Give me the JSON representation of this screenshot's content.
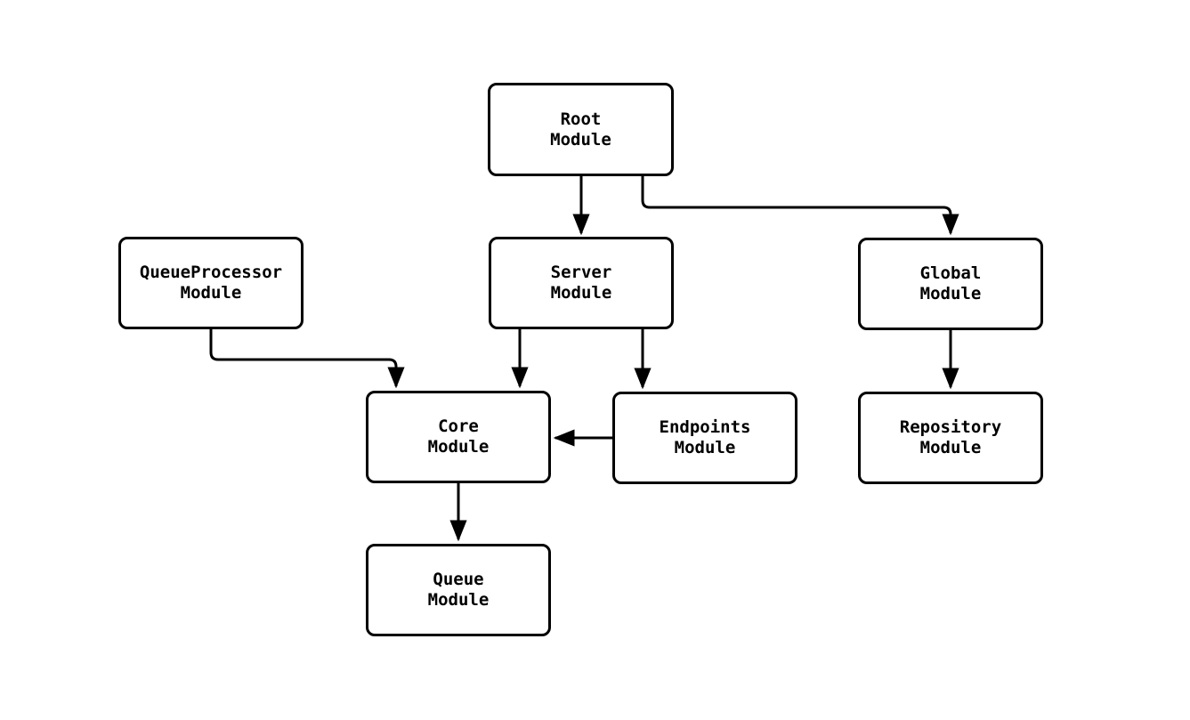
{
  "diagram": {
    "type": "module-dependency-flowchart",
    "background_color": "#ffffff",
    "node_fill_color": "#ffffff",
    "node_border_color": "#000000",
    "edge_color": "#000000",
    "nodes": {
      "root": {
        "line1": "Root",
        "line2": "Module"
      },
      "queue_processor": {
        "line1": "QueueProcessor",
        "line2": "Module"
      },
      "server": {
        "line1": "Server",
        "line2": "Module"
      },
      "global": {
        "line1": "Global",
        "line2": "Module"
      },
      "core": {
        "line1": "Core",
        "line2": "Module"
      },
      "endpoints": {
        "line1": "Endpoints",
        "line2": "Module"
      },
      "repository": {
        "line1": "Repository",
        "line2": "Module"
      },
      "queue": {
        "line1": "Queue",
        "line2": "Module"
      }
    },
    "edges": [
      {
        "from": "Root Module",
        "to": "Server Module"
      },
      {
        "from": "Root Module",
        "to": "Global Module"
      },
      {
        "from": "QueueProcessor Module",
        "to": "Core Module"
      },
      {
        "from": "Server Module",
        "to": "Core Module"
      },
      {
        "from": "Server Module",
        "to": "Endpoints Module"
      },
      {
        "from": "Endpoints Module",
        "to": "Core Module"
      },
      {
        "from": "Global Module",
        "to": "Repository Module"
      },
      {
        "from": "Core Module",
        "to": "Queue Module"
      }
    ]
  }
}
